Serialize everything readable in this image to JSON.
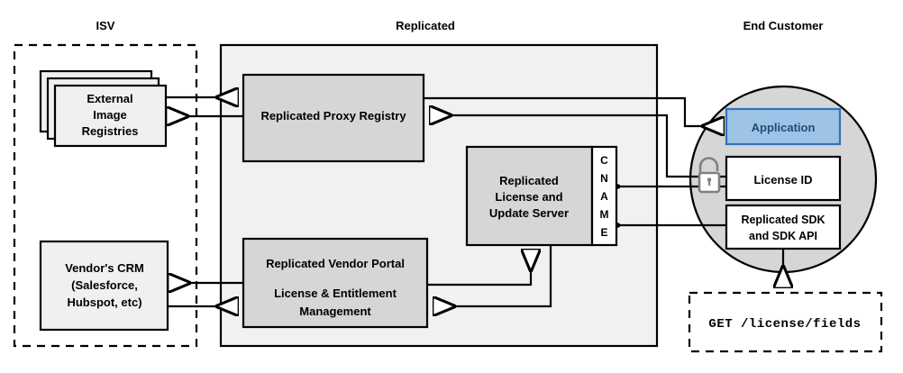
{
  "diagram": {
    "title_zones": {
      "isv": "ISV",
      "replicated": "Replicated",
      "end_customer": "End Customer"
    },
    "nodes": {
      "external_image_registries": {
        "lines": [
          "External",
          "Image",
          "Registries"
        ]
      },
      "vendors_crm": {
        "lines": [
          "Vendor's CRM",
          "(Salesforce,",
          "Hubspot, etc)"
        ]
      },
      "replicated_proxy_registry": {
        "lines": [
          "Replicated Proxy Registry"
        ]
      },
      "replicated_license_update_server": {
        "lines": [
          "Replicated",
          "License and",
          "Update Server"
        ]
      },
      "cname": {
        "letters": [
          "C",
          "N",
          "A",
          "M",
          "E"
        ]
      },
      "replicated_vendor_portal": {
        "lines": [
          "Replicated Vendor Portal",
          "License & Entitlement",
          "Management"
        ]
      },
      "application": {
        "label": "Application"
      },
      "license_id": {
        "label": "License ID"
      },
      "replicated_sdk": {
        "lines": [
          "Replicated SDK",
          "and SDK API"
        ]
      },
      "api_request": {
        "label": "GET /license/fields"
      },
      "unlock": {
        "name": "unlock-icon"
      }
    },
    "colors": {
      "zone_fill": "#F1F1F1",
      "node_fill": "#D6D6D6",
      "customer_circle_fill": "#D6D6D6",
      "application_fill": "#9DC3E6",
      "application_stroke": "#2E75B6",
      "application_text": "#1F4E79",
      "line": "#000000",
      "lock": "#808080"
    }
  }
}
